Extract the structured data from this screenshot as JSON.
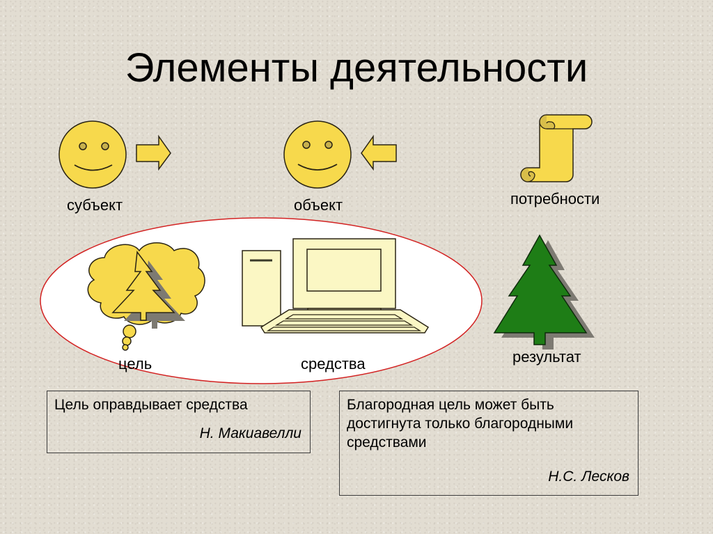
{
  "slide": {
    "title": "Элементы деятельности",
    "colors": {
      "background": "#e2ddd2",
      "face_yellow": "#f7d94c",
      "eye_fill": "#c6b04e",
      "tree_green": "#1e7d16",
      "computer_fill": "#fbf7c4",
      "ellipse_border": "#d32222",
      "ellipse_fill": "#ffffff"
    },
    "elements": {
      "subject": {
        "label": "субъект",
        "icon": "smiley-face-icon",
        "arrow": "arrow-right-icon"
      },
      "object": {
        "label": "объект",
        "icon": "smiley-face-icon",
        "arrow": "arrow-left-icon"
      },
      "needs": {
        "label": "потребности",
        "icon": "scroll-icon"
      },
      "goal": {
        "label": "цель",
        "icon": "thought-cloud-tree-icon"
      },
      "means": {
        "label": "средства",
        "icon": "computer-icon"
      },
      "result": {
        "label": "результат",
        "icon": "fir-tree-icon"
      }
    },
    "quotes": [
      {
        "text": "Цель оправдывает средства",
        "author": "Н. Макиавелли"
      },
      {
        "text_lines": [
          "Благородная цель может быть",
          "достигнута только благородными",
          "средствами"
        ],
        "author": "Н.С. Лесков"
      }
    ]
  }
}
